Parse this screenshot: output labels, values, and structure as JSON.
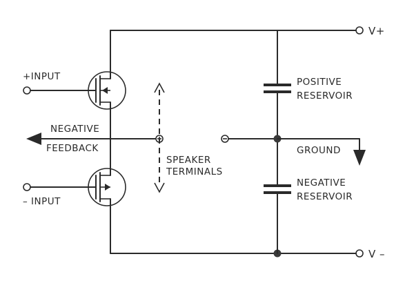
{
  "labels": {
    "vplus": "V+",
    "vminus": "V –",
    "plus_input": "+INPUT",
    "minus_input": "– INPUT",
    "negative": "NEGATIVE",
    "feedback": "FEEDBACK",
    "speaker": "SPEAKER",
    "terminals": "TERMINALS",
    "positive": "POSITIVE",
    "reservoir_pos": "RESERVOIR",
    "ground": "GROUND",
    "negative_res": "NEGATIVE",
    "reservoir_neg": "RESERVOIR"
  },
  "colors": {
    "line": "#2a2a2a",
    "background": "#ffffff"
  }
}
